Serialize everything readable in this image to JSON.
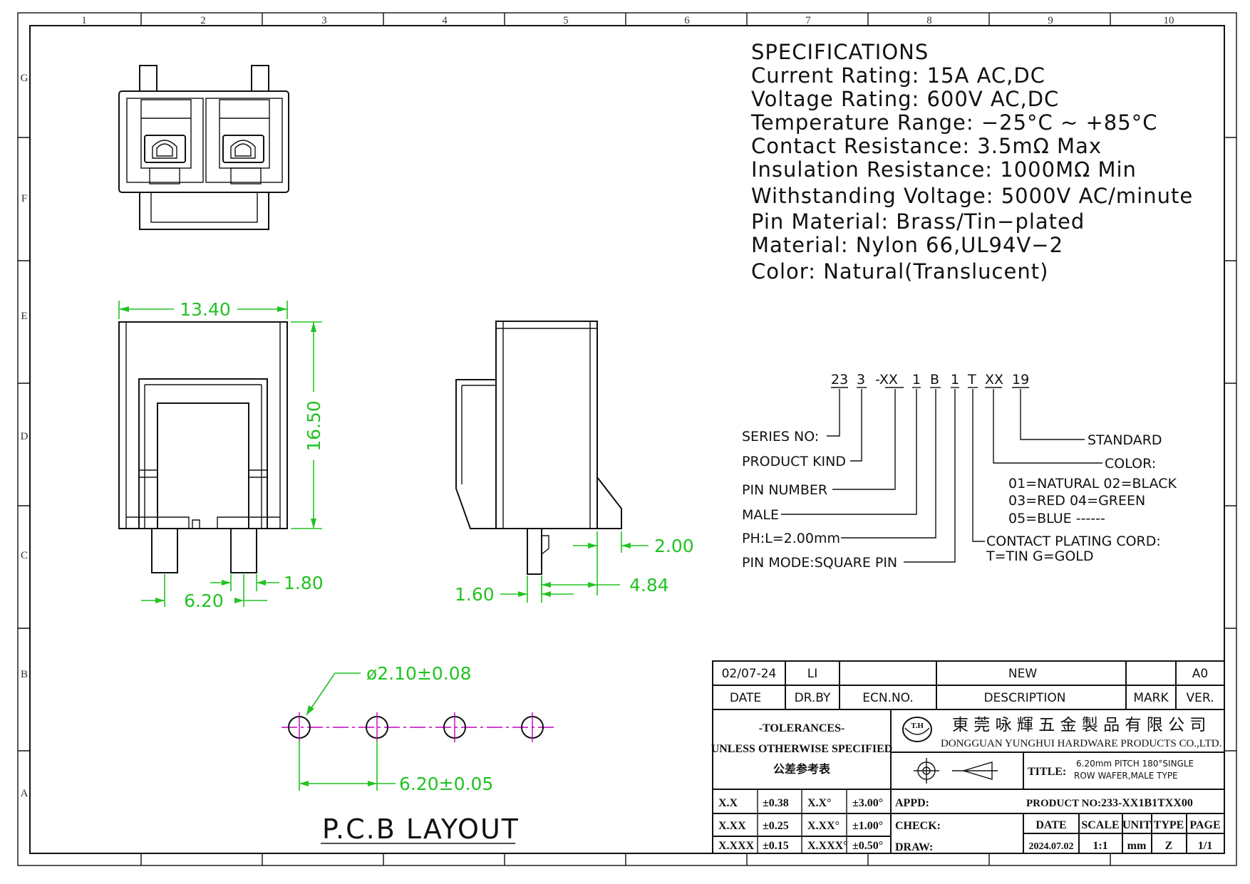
{
  "grid": {
    "columns": [
      "1",
      "2",
      "3",
      "4",
      "5",
      "6",
      "7",
      "8",
      "9",
      "10"
    ],
    "rows": [
      "G",
      "F",
      "E",
      "D",
      "C",
      "B",
      "A"
    ]
  },
  "specifications": {
    "heading": "SPECIFICATIONS",
    "lines": [
      "Current  Rating:  15A  AC,DC",
      "Voltage  Rating:  600V  AC,DC",
      "Temperature  Range:  −25°C  ~  +85°C",
      "Contact  Resistance:  3.5mΩ  Max",
      "Insulation  Resistance:  1000MΩ  Min",
      "Withstanding  Voltage:  5000V  AC/minute",
      "Pin  Material:  Brass/Tin−plated",
      "Material:  Nylon  66,UL94V−2",
      "Color:  Natural(Translucent)"
    ]
  },
  "dimensions": {
    "width": "13.40",
    "height": "16.50",
    "pin_width": "1.80",
    "pitch": "6.20",
    "side_pin": "2.00",
    "side_pin_thickness": "1.60",
    "side_offset": "4.84",
    "hole": "ø2.10±0.08",
    "hole_pitch": "6.20±0.05"
  },
  "pcb_layout_title": "P.C.B  LAYOUT",
  "part_code": {
    "segments": [
      "23",
      "3",
      "-XX",
      "1",
      "B",
      "1",
      "T",
      "XX",
      "19"
    ],
    "labels": {
      "series": "SERIES  NO:",
      "kind": "PRODUCT  KIND",
      "pin_number": "PIN  NUMBER",
      "male": "MALE",
      "ph": "PH:L=2.00mm",
      "pin_mode": "PIN  MODE:SQUARE  PIN",
      "standard": "STANDARD",
      "color": "COLOR:",
      "color_opts_1": "01=NATURAL  02=BLACK",
      "color_opts_2": "03=RED    04=GREEN",
      "color_opts_3": "05=BLUE  ------",
      "plating": "CONTACT  PLATING  CORD:",
      "plating_opts": "T=TIN  G=GOLD"
    }
  },
  "title_block": {
    "rev_date": "02/07-24",
    "rev_by": "LI",
    "rev_desc": "NEW",
    "rev_ver": "A0",
    "h_date": "DATE",
    "h_drby": "DR.BY",
    "h_ecn": "ECN.NO.",
    "h_desc": "DESCRIPTION",
    "h_mark": "MARK",
    "h_ver": "VER.",
    "tol_1": "-TOLERANCES-",
    "tol_2": "UNLESS OTHERWISE SPECIFIED",
    "tol_3": "公差参考表",
    "company_cn": "東 莞 咏 輝 五 金 製 品 有 限 公 司",
    "company_en": "DONGGUAN YUNGHUI HARDWARE PRODUCTS CO.,LTD.",
    "logo_text": "T.H",
    "title_label": "TITLE:",
    "title_1": "6.20mm  PITCH  180°SINGLE",
    "title_2": "ROW  WAFER,MALE  TYPE",
    "tol_rows": [
      [
        "X.X",
        "±0.38",
        "X.X°",
        "±3.00°"
      ],
      [
        "X.XX",
        "±0.25",
        "X.XX°",
        "±1.00°"
      ],
      [
        "X.XXX",
        "±0.15",
        "X.XXX°",
        "±0.50°"
      ]
    ],
    "appd": "APPD:",
    "check": "CHECK:",
    "draw": "DRAW:",
    "product_no_label": "PRODUCT NO:",
    "product_no": "233-XX1B1TXX00",
    "h_date2": "DATE",
    "h_scale": "SCALE",
    "h_unit": "UNIT",
    "h_type": "TYPE",
    "h_page": "PAGE",
    "date": "2024.07.02",
    "scale": "1:1",
    "unit": "mm",
    "type": "Z",
    "page": "1/1"
  }
}
